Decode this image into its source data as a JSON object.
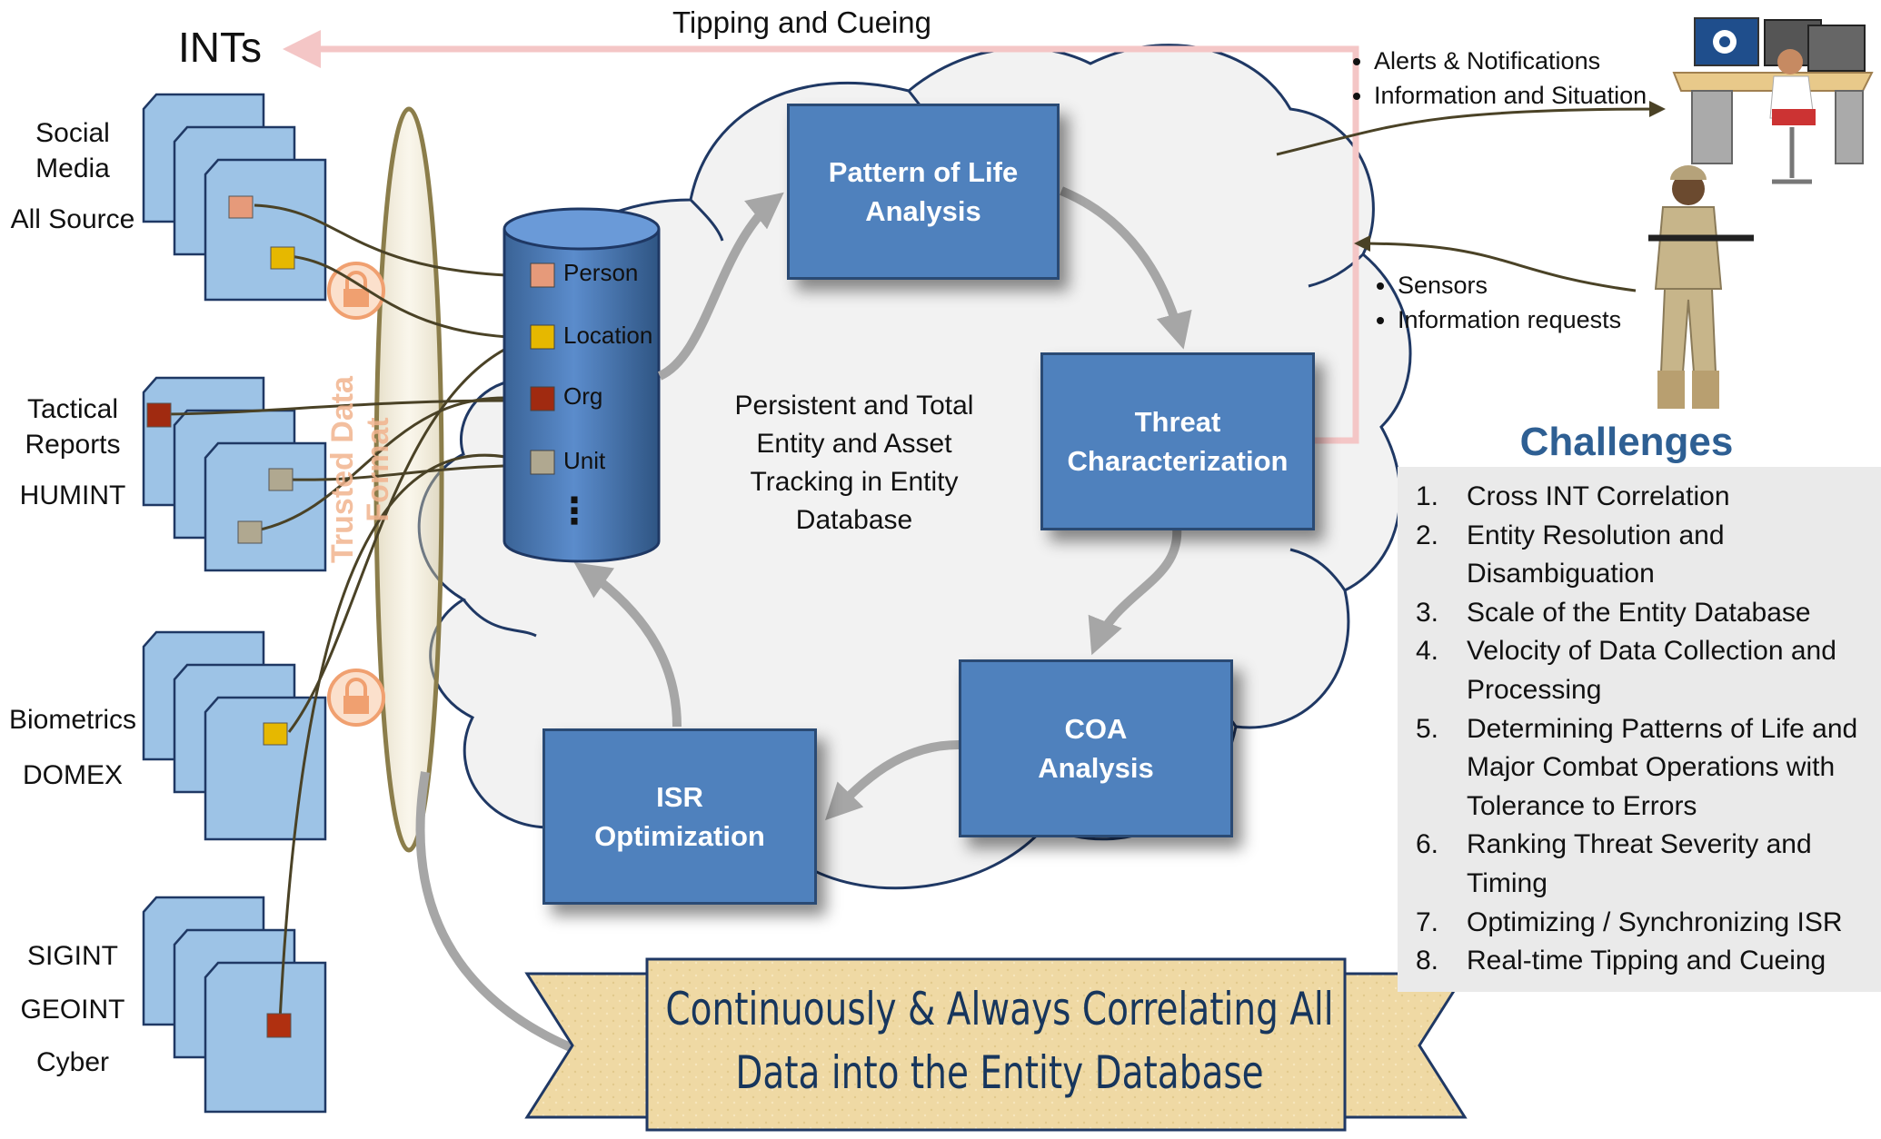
{
  "header": {
    "tipping_label": "Tipping and Cueing",
    "ints_label": "INTs"
  },
  "sources": [
    {
      "lines": [
        "Social",
        "Media",
        "All Source"
      ]
    },
    {
      "lines": [
        "Tactical",
        "Reports",
        "HUMINT"
      ]
    },
    {
      "lines": [
        "Biometrics",
        "DOMEX"
      ]
    },
    {
      "lines": [
        "SIGINT",
        "GEOINT",
        "Cyber"
      ]
    }
  ],
  "trusted_format_label": "Trusted Data Format",
  "database": {
    "entries": [
      "Person",
      "Location",
      "Org",
      "Unit"
    ],
    "more": "⋮"
  },
  "center_caption": [
    "Persistent and Total",
    "Entity and Asset",
    "Tracking in Entity",
    "Database"
  ],
  "process": {
    "pattern": [
      "Pattern of Life",
      "Analysis"
    ],
    "threat": [
      "Threat",
      "Characterization"
    ],
    "coa": [
      "COA",
      "Analysis"
    ],
    "isr": [
      "ISR",
      "Optimization"
    ]
  },
  "outputs": [
    "Alerts & Notifications",
    "Information and Situation"
  ],
  "inputs": [
    "Sensors",
    "Information requests"
  ],
  "challenges": {
    "title": "Challenges",
    "items": [
      {
        "num": "1.",
        "text": "Cross INT Correlation"
      },
      {
        "num": "2.",
        "text": "Entity Resolution and Disambiguation"
      },
      {
        "num": "3.",
        "text": "Scale of the Entity Database"
      },
      {
        "num": "4.",
        "text": "Velocity of Data Collection and Processing"
      },
      {
        "num": "5.",
        "text": "Determining Patterns of Life and Major Combat Operations with Tolerance to Errors"
      },
      {
        "num": "6.",
        "text": "Ranking Threat Severity and Timing"
      },
      {
        "num": "7.",
        "text": "Optimizing / Synchronizing ISR"
      },
      {
        "num": "8.",
        "text": "Real-time Tipping and Cueing"
      }
    ]
  },
  "banner": [
    "Continuously & Always Correlating All",
    "Data into the Entity Database"
  ],
  "colors": {
    "box_fill": "#4f81bd",
    "pink_line": "#f4c6c6",
    "arrow_gray": "#a6a6a6",
    "link_brown": "#4a4226",
    "banner_fill": "#efd9a4",
    "title_blue": "#2e5f93"
  }
}
